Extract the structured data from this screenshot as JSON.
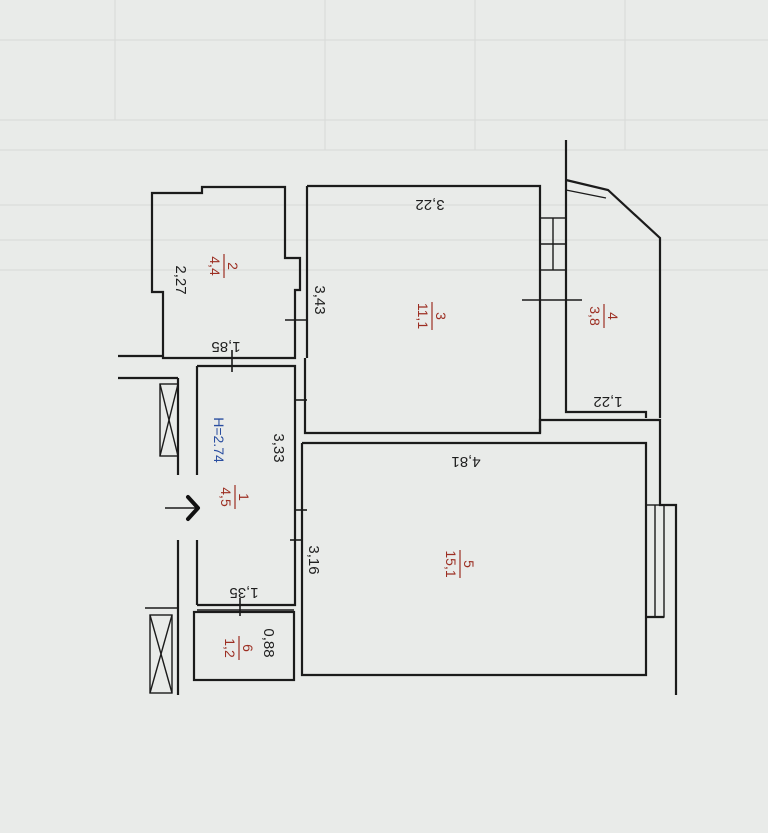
{
  "rooms": [
    {
      "number": "1",
      "area": "4,5"
    },
    {
      "number": "2",
      "area": "4,4"
    },
    {
      "number": "3",
      "area": "11,1"
    },
    {
      "number": "4",
      "area": "3,8"
    },
    {
      "number": "5",
      "area": "15,1"
    },
    {
      "number": "6",
      "area": "1,2"
    }
  ],
  "dimensions": {
    "d_322": "3,22",
    "d_227": "2,27",
    "d_343": "3,43",
    "d_185": "1,85",
    "d_122": "1,22",
    "d_333": "3,33",
    "d_481": "4,81",
    "d_316": "3,16",
    "d_135": "1,35",
    "d_088": "0,88"
  },
  "ceiling_height": "H=2.74",
  "colors": {
    "wall": "#1b1b1b",
    "room_label": "#9c2e22",
    "height_label": "#2a4ea0",
    "paper": "#e9ebe9"
  },
  "icons": {
    "entrance": "entrance-arrow-icon"
  }
}
